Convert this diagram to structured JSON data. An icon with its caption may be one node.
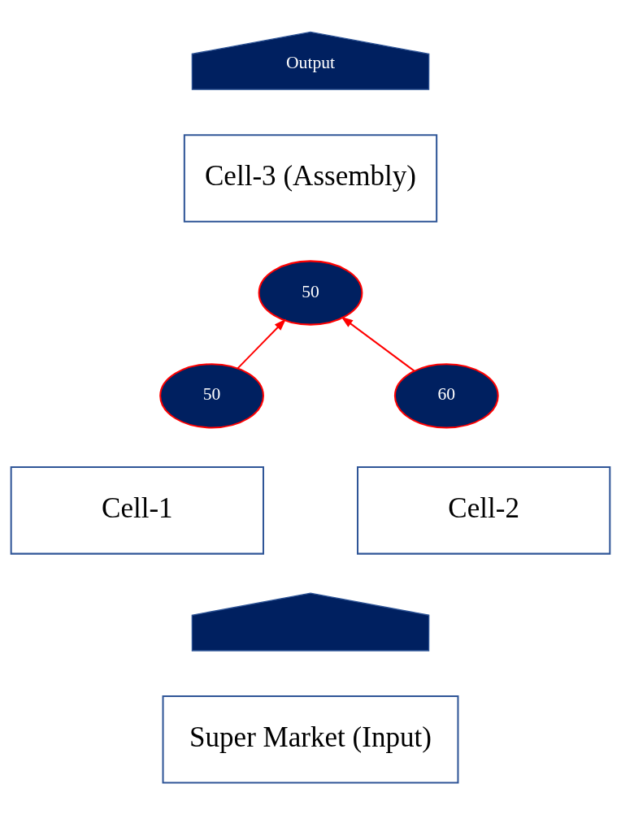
{
  "diagram": {
    "nodes": [
      {
        "text": [
          "Output"
        ]
      },
      {
        "text": [
          "Cell-3 (Assembly)"
        ]
      },
      {
        "text": [
          "50"
        ]
      },
      {
        "text": [
          "50"
        ]
      },
      {
        "text": [
          "60"
        ]
      },
      {
        "text": [
          "Cell-1"
        ]
      },
      {
        "text": [
          "Cell-2"
        ]
      },
      {
        "text": [],
        "shape": "arrow"
      },
      {
        "text": [
          "Super Market (Input)"
        ]
      }
    ],
    "edges": [
      {
        "from": 3,
        "to": 2,
        "arrow": "to"
      },
      {
        "from": 4,
        "to": 2,
        "arrow": "to"
      }
    ]
  }
}
